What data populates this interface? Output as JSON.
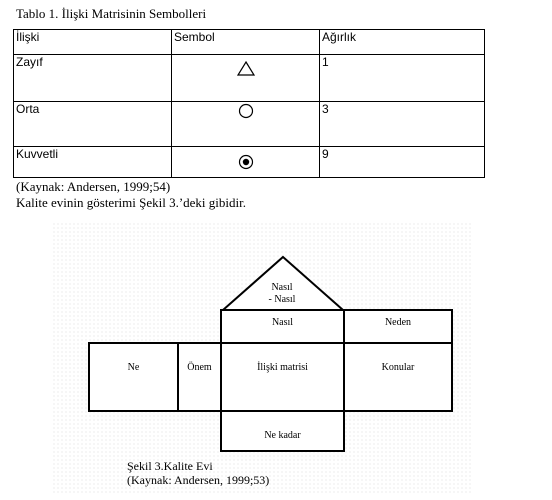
{
  "table": {
    "caption": "Tablo 1. İlişki Matrisinin Sembolleri",
    "headers": [
      "İlişki",
      "Sembol",
      "Ağırlık"
    ],
    "rows": [
      {
        "relation": "Zayıf",
        "symbol": "triangle-icon",
        "weight": "1"
      },
      {
        "relation": "Orta",
        "symbol": "circle-icon",
        "weight": "3"
      },
      {
        "relation": "Kuvvetli",
        "symbol": "double-circle-icon",
        "weight": "9"
      }
    ],
    "source": "(Kaynak: Andersen, 1999;54)"
  },
  "body_text": "Kalite evinin gösterimi Şekil 3.’deki gibidir.",
  "figure": {
    "roof_line1": "Nasıl",
    "roof_line2": "- Nasıl",
    "nasil": "Nasıl",
    "neden": "Neden",
    "ne": "Ne",
    "onem": "Önem",
    "matrix": "İlişki matrisi",
    "konular": "Konular",
    "ne_kadar": "Ne kadar",
    "caption_line1": "Şekil 3.Kalite Evi",
    "caption_line2": "(Kaynak: Andersen, 1999;53)"
  }
}
